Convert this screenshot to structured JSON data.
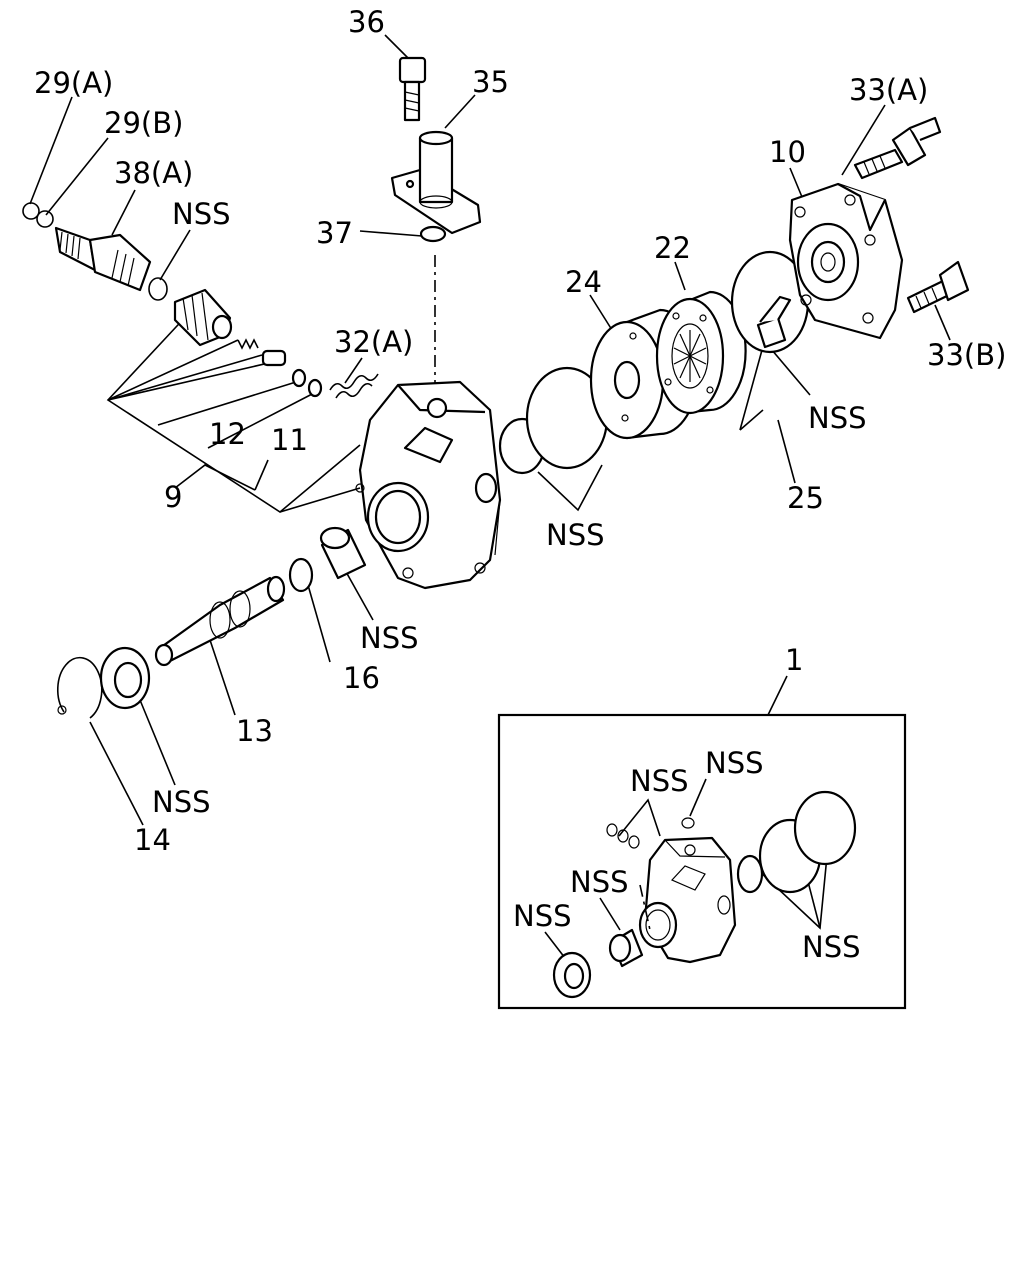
{
  "labels": {
    "l29a": "29(A)",
    "l29b": "29(B)",
    "l38a": "38(A)",
    "nss_valve": "NSS",
    "l36": "36",
    "l35": "35",
    "l37": "37",
    "l32a": "32(A)",
    "l12": "12",
    "l11": "11",
    "l9": "9",
    "l24": "24",
    "l22": "22",
    "l10": "10",
    "l33a": "33(A)",
    "l33b": "33(B)",
    "nss_gasket": "NSS",
    "nss_orings": "NSS",
    "l25": "25",
    "nss_bushing": "NSS",
    "l16": "16",
    "l13": "13",
    "nss_seal": "NSS",
    "l14": "14",
    "l1": "1",
    "kit_nss_orings_small": "NSS",
    "kit_nss_oring_top": "NSS",
    "kit_nss_bushing": "NSS",
    "kit_nss_seal": "NSS",
    "kit_nss_orings_large": "NSS"
  }
}
